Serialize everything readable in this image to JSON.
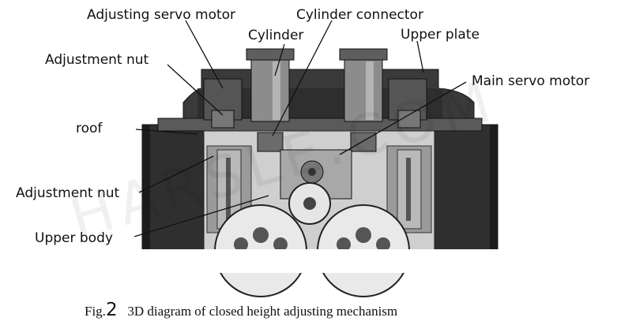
{
  "labels": {
    "adjusting_servo_motor": "Adjusting servo motor",
    "cylinder_connector": "Cylinder connector",
    "cylinder": "Cylinder",
    "upper_plate": "Upper plate",
    "adjustment_nut_top": "Adjustment nut",
    "main_servo_motor": "Main servo motor",
    "roof": "roof",
    "adjustment_nut_bottom": "Adjustment nut",
    "upper_body": "Upper body"
  },
  "caption": {
    "prefix": "Fig.",
    "number": "2",
    "text": "3D diagram of closed height adjusting mechanism"
  },
  "watermark": "HARSLE.COM"
}
